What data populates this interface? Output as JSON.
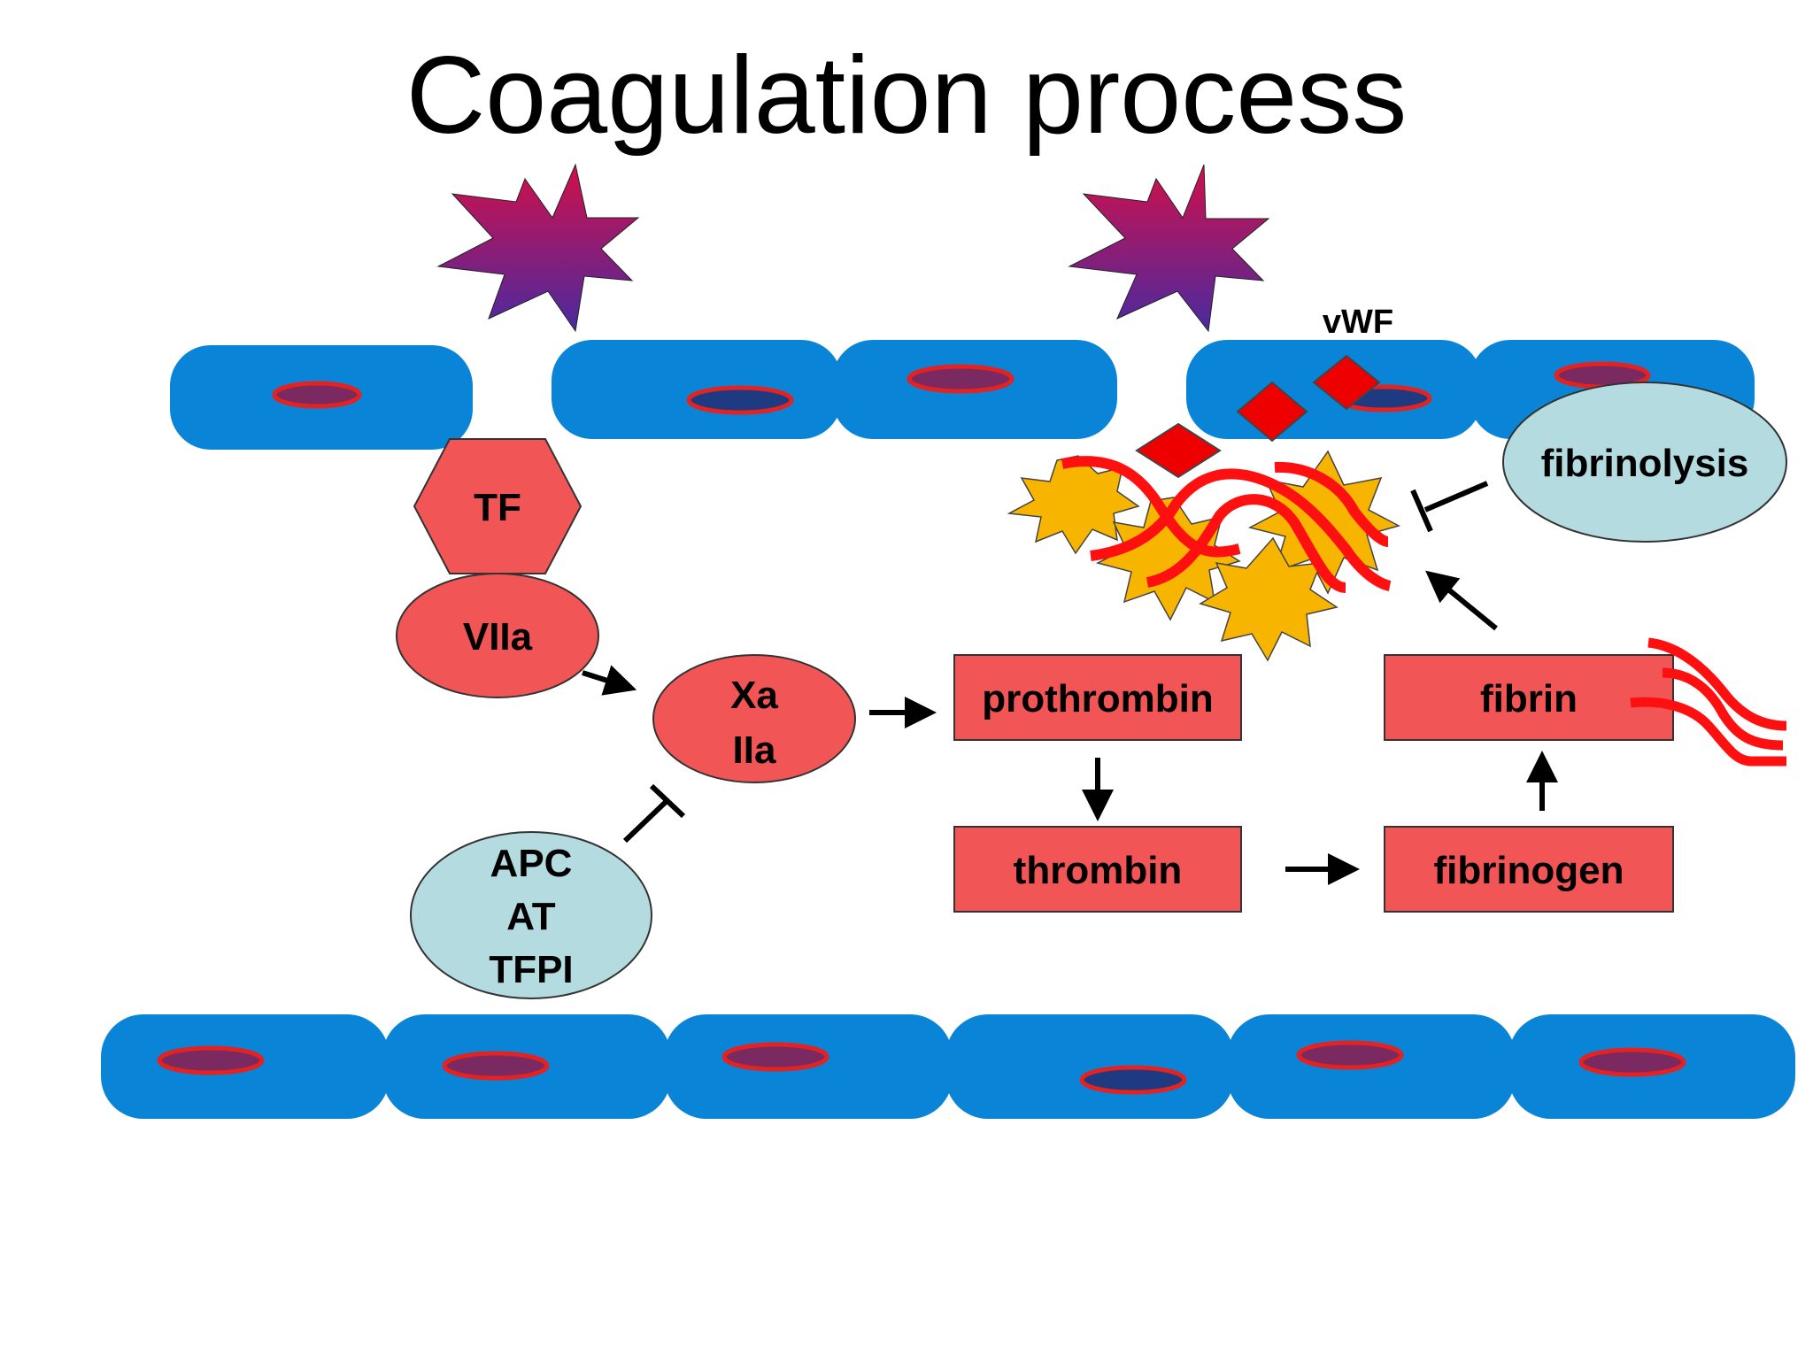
{
  "title": "Coagulation process",
  "labels": {
    "vwf": "vWF",
    "tf": "TF",
    "viia": "VIIa",
    "xa": "Xa",
    "iia": "IIa",
    "prothrombin": "prothrombin",
    "thrombin": "thrombin",
    "fibrinogen": "fibrinogen",
    "fibrin": "fibrin",
    "fibrinolysis": "fibrinolysis",
    "apc": "APC",
    "at": "AT",
    "tfpi": "TFPI"
  },
  "colors": {
    "endothelium": "#0a84d6",
    "nucleus": "#c0282f",
    "factor": "#f25555",
    "inhibitor": "#b4dbe0",
    "platelet": "#f7b500",
    "fibrin_strand": "#ff1010",
    "vwf": "#ee0000",
    "injury_top": "#d0104a",
    "injury_bottom": "#4a2aa0"
  }
}
